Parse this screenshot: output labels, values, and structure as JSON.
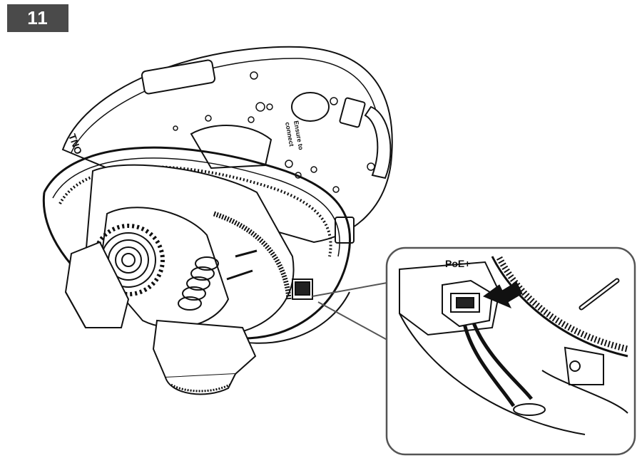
{
  "step": {
    "number": "11"
  },
  "board_text": {
    "line1": "Ensure to",
    "line2": "connect"
  },
  "side_text": "TNO",
  "inset": {
    "port_label": "PoE+"
  },
  "icons": {
    "arrow": "insert-direction-arrow",
    "camera": "dome-camera-assembly"
  },
  "colors": {
    "badge_bg": "#4a4a4a",
    "line": "#111111",
    "fill": "#ffffff"
  }
}
